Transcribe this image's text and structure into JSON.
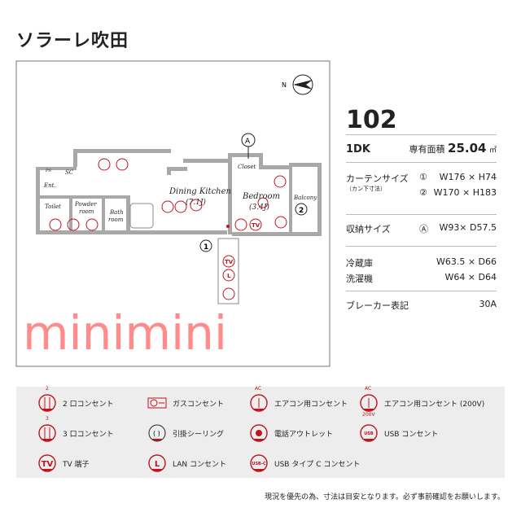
{
  "title": "ソラーレ吹田",
  "plan": {
    "rooms": {
      "dk": "Dining Kitchen",
      "dk_size": "(7.1J)",
      "bed": "Bedroom",
      "bed_size": "(3.4J)",
      "balcony": "Balcony",
      "closet": "Closet",
      "toilet": "Toilet",
      "powder": "Powder",
      "powder2": "room",
      "bath": "Bath",
      "bath2": "room",
      "ent": "Ent.",
      "sc": "SC",
      "ps": "PS"
    },
    "markers": {
      "a": "A",
      "one": "1",
      "two": "2",
      "tv": "TV",
      "lan": "L"
    }
  },
  "watermark": "minimini",
  "info": {
    "room_no": "102",
    "layout": "1DK",
    "area_label": "専有面積",
    "area_value": "25.04",
    "area_unit": "㎡",
    "curtain_label": "カーテンサイズ",
    "curtain_sub": "（カン下寸法）",
    "curtain": [
      {
        "mark": "①",
        "size": "W176 × H74"
      },
      {
        "mark": "②",
        "size": "W170 × H183"
      }
    ],
    "storage_label": "収納サイズ",
    "storage_mark": "Ⓐ",
    "storage_size": "W93× D57.5",
    "fridge_label": "冷蔵庫",
    "fridge_size": "W63.5 × D66",
    "washer_label": "洗濯機",
    "washer_size": "W64 × D64",
    "breaker_label": "ブレーカー表記",
    "breaker_value": "30A"
  },
  "legend": [
    {
      "icon": "outlet-2",
      "label": "2 口コンセント",
      "top": "2"
    },
    {
      "icon": "gas-outlet",
      "label": "ガスコンセント"
    },
    {
      "icon": "ac-outlet",
      "label": "エアコン用コンセント",
      "top": "AC"
    },
    {
      "icon": "ac-outlet-200v",
      "label": "エアコン用コンセント (200V)",
      "top": "AC",
      "bottom": "200V"
    },
    {
      "icon": "outlet-3",
      "label": "3 口コンセント",
      "top": "3"
    },
    {
      "icon": "ceiling-hook",
      "label": "引掛シーリング"
    },
    {
      "icon": "phone-outlet",
      "label": "電話アウトレット"
    },
    {
      "icon": "usb-outlet",
      "label": "USB コンセント",
      "text": "USB"
    },
    {
      "icon": "tv-terminal",
      "label": "TV 端子",
      "text": "TV"
    },
    {
      "icon": "lan-outlet",
      "label": "LAN コンセント",
      "text": "L"
    },
    {
      "icon": "usb-c-outlet",
      "label": "USB タイプ C コンセント",
      "text": "USB-C"
    }
  ],
  "note": "現況を優先の為、寸法は目安となります。必ず事前確認をお願いします。",
  "colors": {
    "accent": "#c0141e",
    "wall": "#a8a8a8",
    "legend_bg": "#ededed",
    "watermark": "#ff5a5a"
  }
}
